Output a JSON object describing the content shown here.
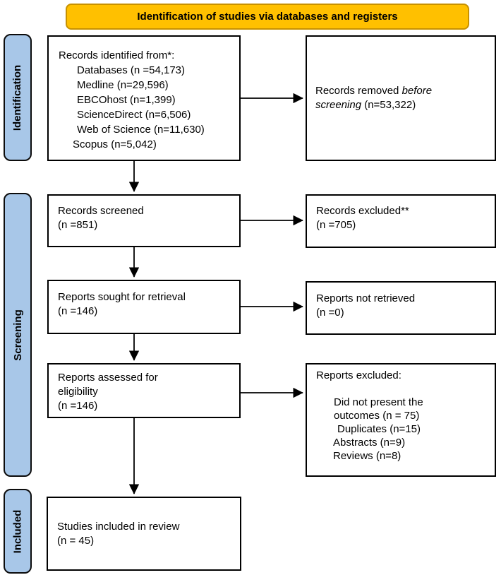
{
  "banner": {
    "label": "Identification of studies via databases and registers"
  },
  "stages": {
    "identification": "Identification",
    "screening": "Screening",
    "included": "Included"
  },
  "boxes": {
    "records_identified": {
      "title": "Records identified from*:",
      "sources": [
        "Databases (n =54,173)",
        "Medline (n=29,596)",
        "EBCOhost (n=1,399)",
        "ScienceDirect (n=6,506)",
        "Web of Science (n=11,630)",
        "Scopus (n=5,042)"
      ]
    },
    "records_removed": {
      "normal1": "Records removed ",
      "italic": "before screening",
      "normal2": " (n=53,322)"
    },
    "records_screened": {
      "line1": "Records screened",
      "line2": "(n =851)"
    },
    "records_excluded": {
      "line1": "Records excluded**",
      "line2": "(n =705)"
    },
    "reports_sought": {
      "line1": "Reports sought for retrieval",
      "line2": "(n =146)"
    },
    "reports_not_retrieved": {
      "line1": "Reports not retrieved",
      "line2": "(n =0)"
    },
    "reports_assessed": {
      "line1": "Reports assessed for",
      "line2": "eligibility",
      "line3": "(n =146)"
    },
    "reports_excluded": {
      "title": "Reports excluded:",
      "reason1": "Did not present the",
      "reason2": "outcomes (n = 75)",
      "reason3": "Duplicates (n=15)",
      "reason4": "Abstracts (n=9)",
      "reason5": "Reviews (n=8)"
    },
    "studies_included": {
      "line1": "Studies included in review",
      "line2": "(n = 45)"
    }
  },
  "colors": {
    "banner_fill": "#FFC000",
    "banner_border": "#C79100",
    "stage_fill": "#A8C7E8",
    "box_border": "#000000"
  }
}
